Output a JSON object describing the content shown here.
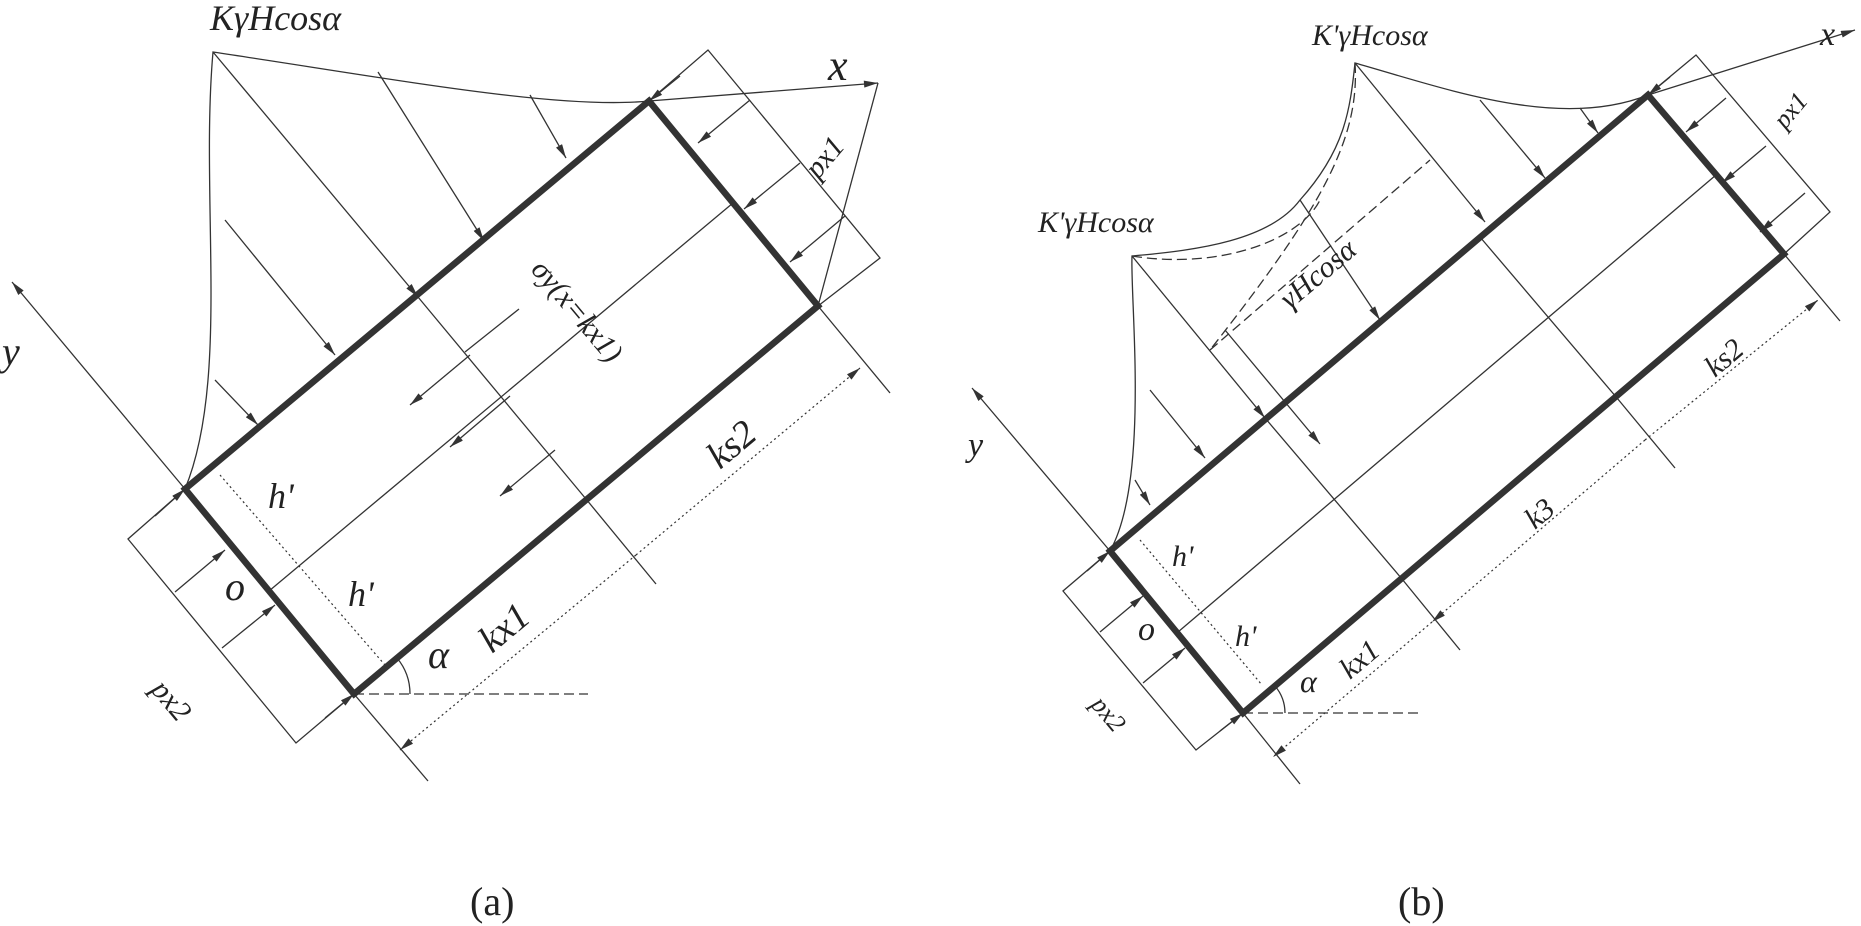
{
  "figure_a": {
    "caption": "(a)",
    "label_top_load": "KγHcosα",
    "label_x_axis": "x",
    "label_y_axis": "y",
    "label_px1": "px1",
    "label_px2": "px2",
    "label_sigma": "σy(x=kx1)",
    "label_ks2": "ks2",
    "label_kx1": "kx1",
    "label_h1": "h'",
    "label_h2": "h'",
    "label_origin": "o",
    "label_alpha": "α"
  },
  "figure_b": {
    "caption": "(b)",
    "label_top_load": "K'γHcosα",
    "label_left_load": "K'γHcosα",
    "label_mid_load": "γHcosα",
    "label_x_axis": "x",
    "label_y_axis": "y",
    "label_px1": "px1",
    "label_px2": "px2",
    "label_ks2": "ks2",
    "label_k3": "k3",
    "label_kx1": "kx1",
    "label_h1": "h'",
    "label_h2": "h'",
    "label_origin": "o",
    "label_alpha": "α"
  }
}
